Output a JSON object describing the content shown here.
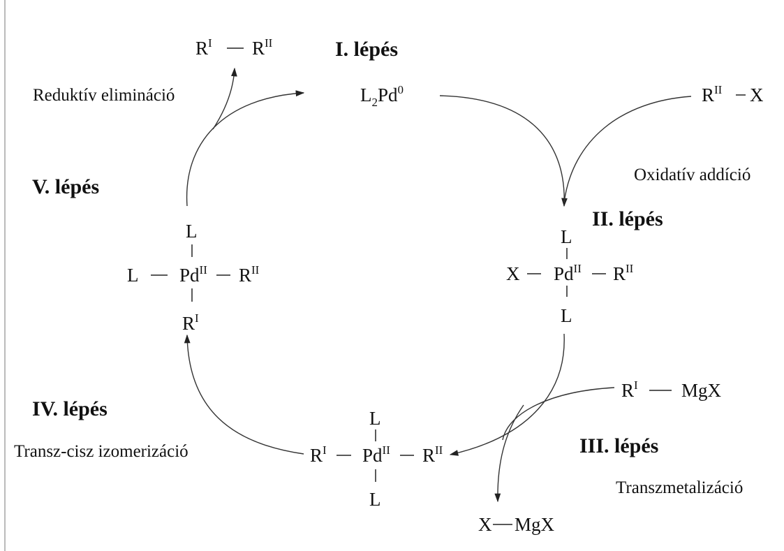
{
  "steps": {
    "step1": "I. lépés",
    "step2": "II. lépés",
    "step3": "III. lépés",
    "step4": "IV. lépés",
    "step5": "V. lépés"
  },
  "processes": {
    "reductive_elimination": "Reduktív elimináció",
    "oxidative_addition": "Oxidatív addíció",
    "transmetalation": "Transzmetalizáció",
    "trans_cis_isomerization": "Transz-cisz izomerizáció"
  },
  "chem": {
    "L": "L",
    "X": "X",
    "R": "R",
    "Pd": "Pd",
    "MgX": "MgX",
    "sup_I": "I",
    "sup_II": "II",
    "sup_0": "0",
    "sub_2": "2"
  },
  "colors": {
    "ink": "#111111",
    "arrow": "#333333",
    "left_rule": "#bbbbbb"
  }
}
